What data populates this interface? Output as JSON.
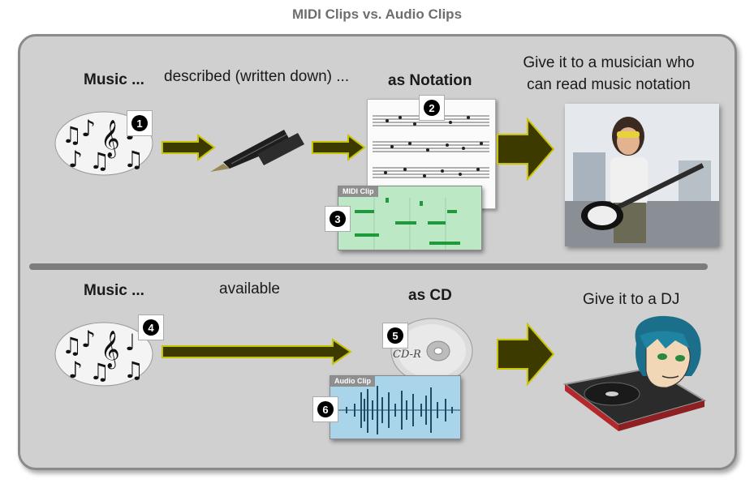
{
  "title": "MIDI Clips vs. Audio Clips",
  "top_row": {
    "music_label": "Music ...",
    "described_label": "described (written down) ...",
    "notation_label": "as Notation",
    "musician_label_line1": "Give it to a musician who",
    "musician_label_line2": "can read music notation",
    "midi_clip_label": "MIDI Clip"
  },
  "bottom_row": {
    "music_label": "Music ...",
    "available_label": "available",
    "cd_label": "as CD",
    "dj_label": "Give it to a DJ",
    "audio_clip_label": "Audio Clip"
  },
  "badges": [
    "1",
    "2",
    "3",
    "4",
    "5",
    "6"
  ],
  "colors": {
    "panel": "#d0d0d0",
    "arrow_fill": "#3d3a00",
    "arrow_stroke": "#c9c400",
    "midi_bg": "#bde8c6",
    "midi_note": "#1f9a3a",
    "audio_bg": "#a9d4ea",
    "audio_wave": "#1d4b66"
  }
}
